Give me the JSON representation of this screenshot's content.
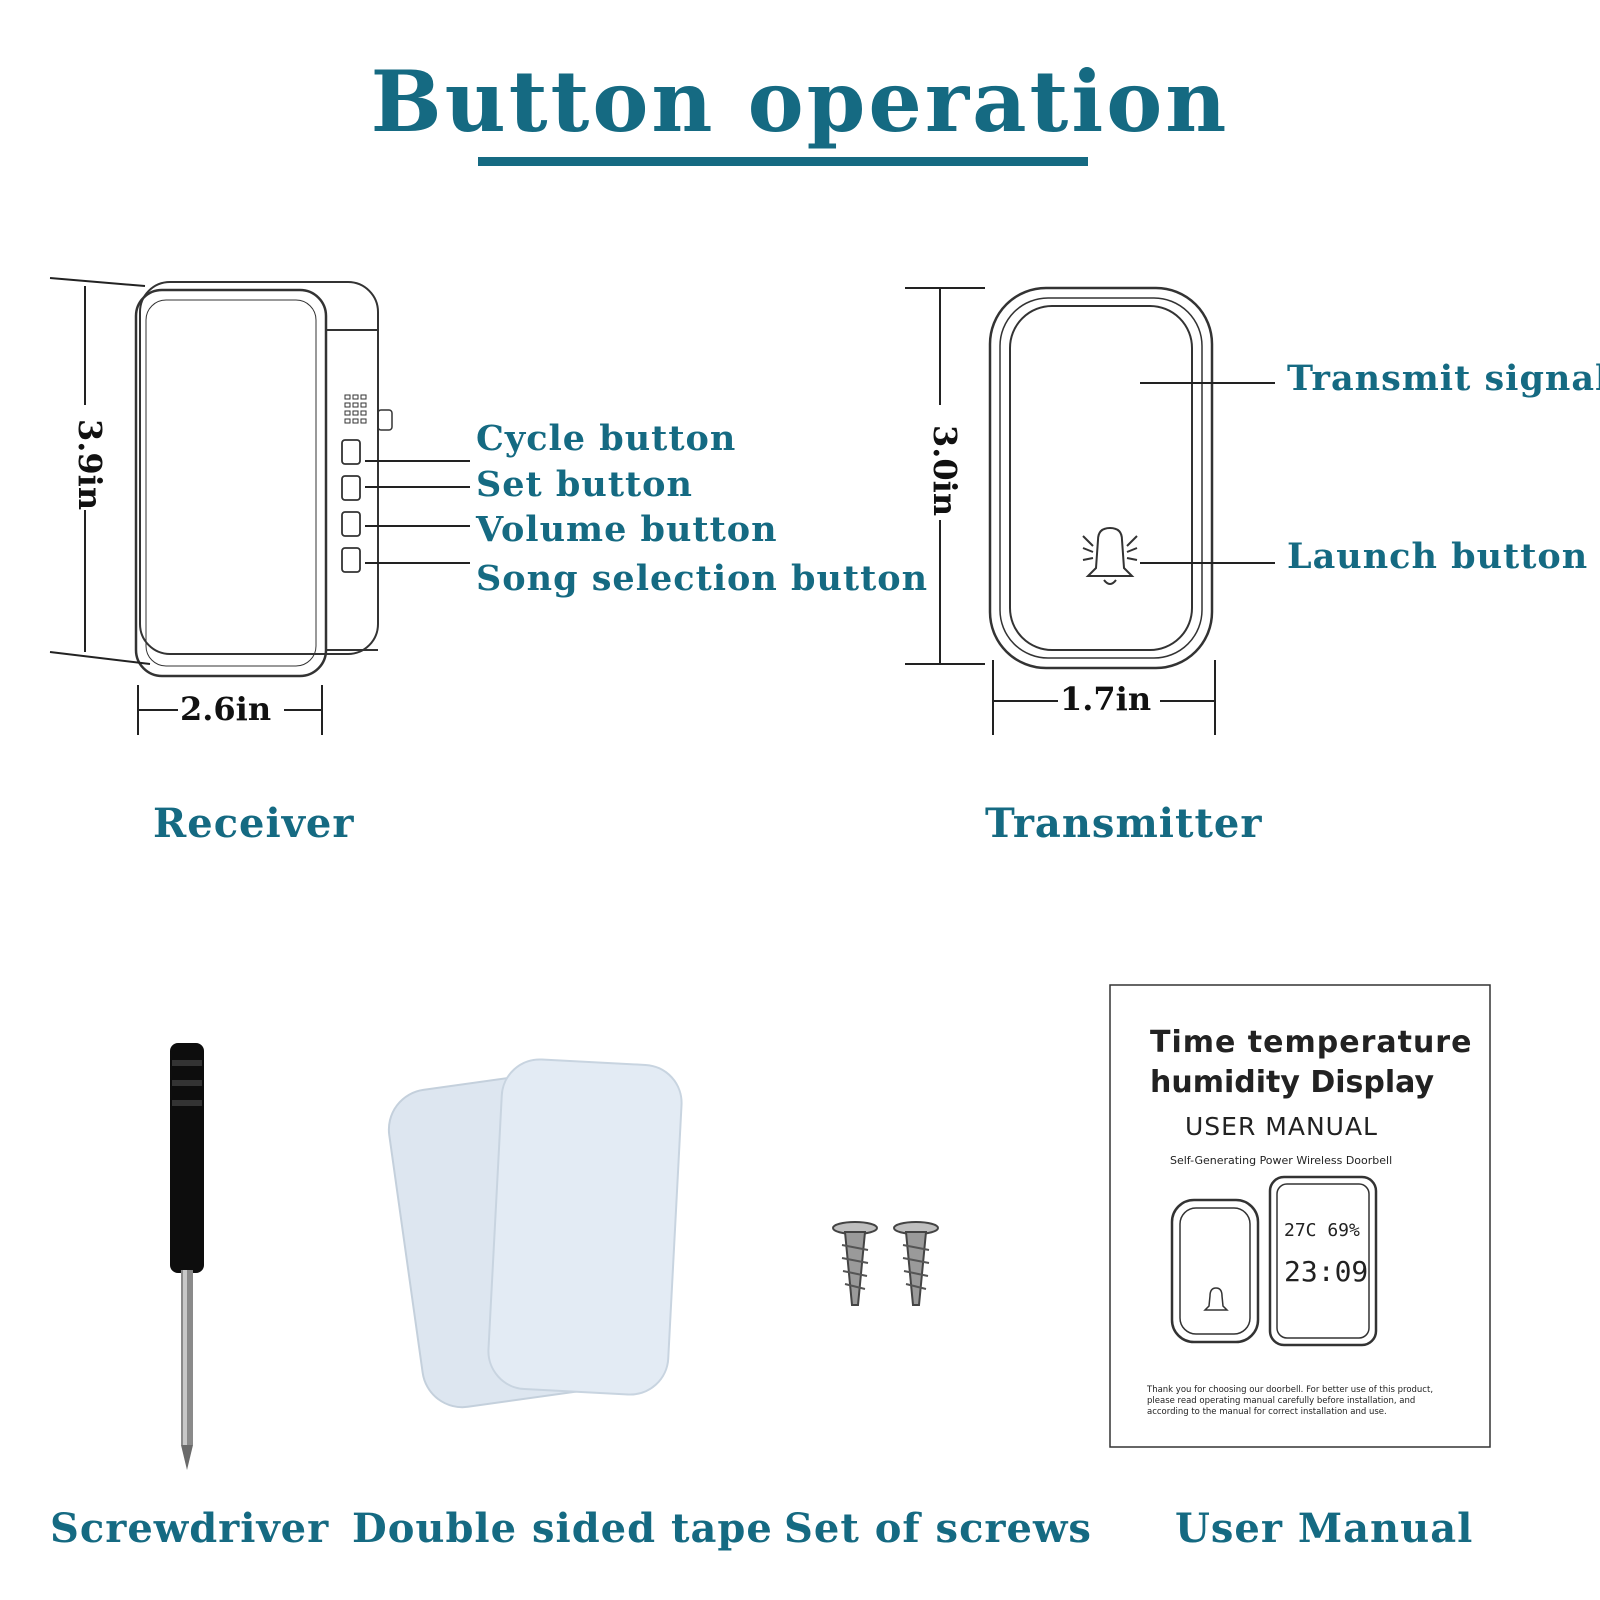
{
  "title": "Button operation",
  "receiver": {
    "caption": "Receiver",
    "height_dim": "3.9in",
    "width_dim": "2.6in",
    "callouts": [
      "Cycle button",
      "Set button",
      "Volume button",
      "Song selection button"
    ]
  },
  "transmitter": {
    "caption": "Transmitter",
    "height_dim": "3.0in",
    "width_dim": "1.7in",
    "callouts": [
      "Transmit signal",
      "Launch button"
    ]
  },
  "accessories": [
    {
      "caption": "Screwdriver"
    },
    {
      "caption": "Double sided tape"
    },
    {
      "caption": "Set of screws"
    },
    {
      "caption": "User Manual"
    }
  ],
  "manual": {
    "title_line1": "Time  temperature",
    "title_line2": "humidity Display",
    "subtitle": "USER MANUAL",
    "tagline": "Self-Generating Power Wireless Doorbell",
    "display_line1": "27C 69%",
    "display_line2": "23:09",
    "footer": "Thank you for choosing our doorbell. For better use of this product, please read operating manual carefully before installation, and according to the manual for correct installation and use."
  },
  "colors": {
    "accent": "#156a82",
    "outline": "#333333"
  }
}
